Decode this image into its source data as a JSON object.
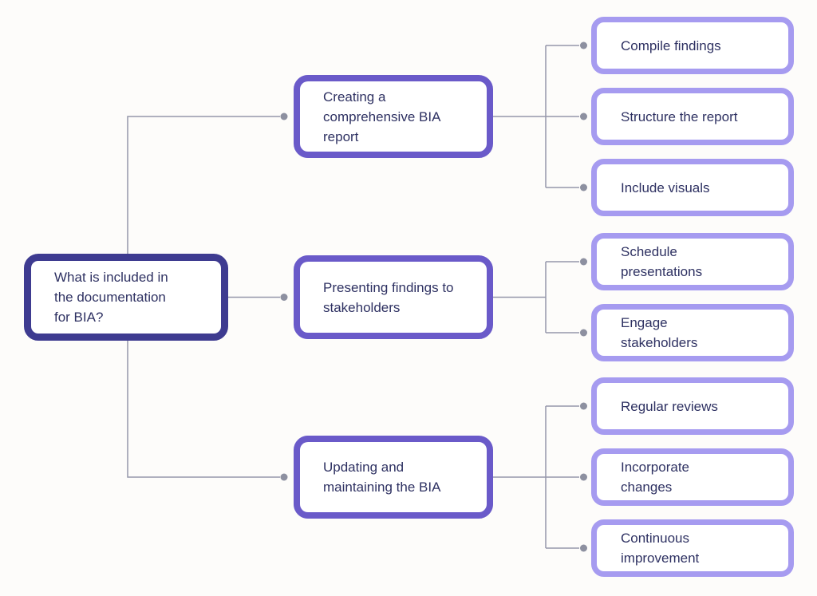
{
  "diagram": {
    "type": "mindmap",
    "root": {
      "label": "What is included in the documentation for BIA?"
    },
    "branches": [
      {
        "label": "Creating a comprehensive BIA report",
        "children": [
          {
            "label": "Compile findings"
          },
          {
            "label": "Structure the report"
          },
          {
            "label": "Include visuals"
          }
        ]
      },
      {
        "label": "Presenting findings to stakeholders",
        "children": [
          {
            "label": "Schedule presentations"
          },
          {
            "label": "Engage stakeholders"
          }
        ]
      },
      {
        "label": "Updating and maintaining the BIA",
        "children": [
          {
            "label": "Regular reviews"
          },
          {
            "label": "Incorporate changes"
          },
          {
            "label": "Continuous improvement"
          }
        ]
      }
    ],
    "colors": {
      "background": "#fdfcfa",
      "node_fill": "#ffffff",
      "root_border": "#3e3b90",
      "branch_border": "#6a5ac9",
      "leaf_border": "#a69bf0",
      "text": "#2e3162",
      "connector_line": "#9597aa",
      "connector_dot": "#8d90a0"
    }
  }
}
